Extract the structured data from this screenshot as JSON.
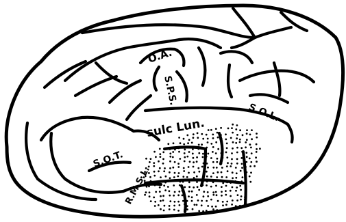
{
  "labels": {
    "oa": "O.A.",
    "sps": "S.P.S.",
    "sol": "S.O.L.",
    "sulc_lun": "sulc Lun.",
    "sot": "S.O.T.",
    "rmsl": "R.M.S.L."
  },
  "colors": {
    "ink": "#000000",
    "paper": "#ffffff"
  }
}
